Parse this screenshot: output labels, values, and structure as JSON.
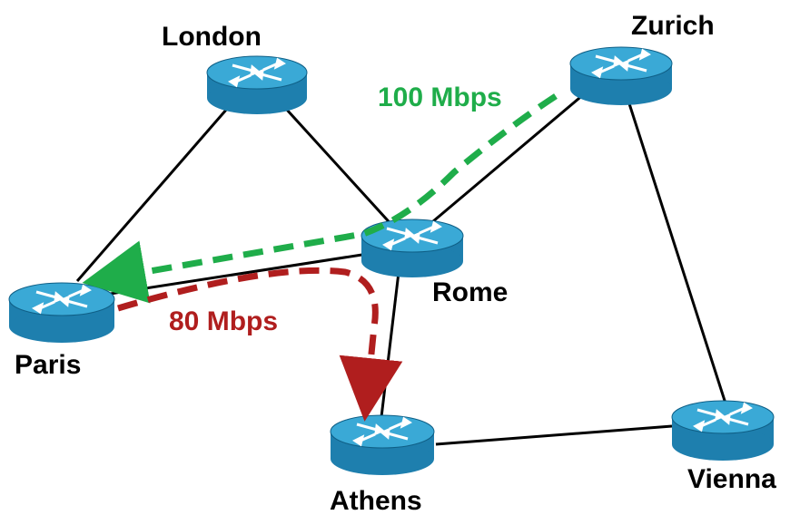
{
  "colors": {
    "link": "#000000",
    "router_top": "#3aa9d6",
    "router_side": "#1e7fae",
    "router_edge": "#0f5f86",
    "flow_green": "#1fad4a",
    "flow_red": "#b01e1e"
  },
  "nodes": {
    "london": {
      "label": "London",
      "icon": "router-icon"
    },
    "zurich": {
      "label": "Zurich",
      "icon": "router-icon"
    },
    "rome": {
      "label": "Rome",
      "icon": "router-icon"
    },
    "paris": {
      "label": "Paris",
      "icon": "router-icon"
    },
    "athens": {
      "label": "Athens",
      "icon": "router-icon"
    },
    "vienna": {
      "label": "Vienna",
      "icon": "router-icon"
    }
  },
  "links": [
    {
      "from": "London",
      "to": "Paris"
    },
    {
      "from": "London",
      "to": "Rome"
    },
    {
      "from": "Zurich",
      "to": "Rome"
    },
    {
      "from": "Zurich",
      "to": "Vienna"
    },
    {
      "from": "Rome",
      "to": "Paris"
    },
    {
      "from": "Rome",
      "to": "Athens"
    },
    {
      "from": "Athens",
      "to": "Vienna"
    }
  ],
  "flows": {
    "green": {
      "label": "100 Mbps",
      "from": "Zurich",
      "to": "Paris"
    },
    "red": {
      "label": "80 Mbps",
      "from": "Paris",
      "to": "Athens"
    }
  }
}
